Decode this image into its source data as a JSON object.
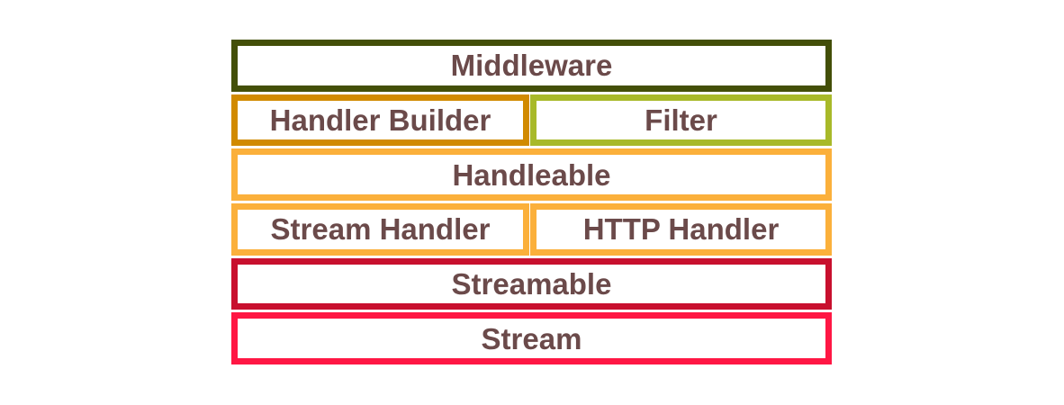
{
  "palette": {
    "canvas_background": "#FFFFFF",
    "box_fill": "#FFFFFF",
    "label_text": "#6B4A4A"
  },
  "diagram": {
    "type": "layered-architecture-stack",
    "rows": [
      {
        "boxes": [
          {
            "label": "Middleware",
            "border": "#434F08"
          }
        ]
      },
      {
        "boxes": [
          {
            "label": "Handler Builder",
            "border": "#D18A00"
          },
          {
            "label": "Filter",
            "border": "#A8B929"
          }
        ]
      },
      {
        "boxes": [
          {
            "label": "Handleable",
            "border": "#FBB03B"
          }
        ]
      },
      {
        "boxes": [
          {
            "label": "Stream Handler",
            "border": "#FBB03B"
          },
          {
            "label": "HTTP Handler",
            "border": "#FBB03B"
          }
        ]
      },
      {
        "boxes": [
          {
            "label": "Streamable",
            "border": "#C8102E"
          }
        ]
      },
      {
        "boxes": [
          {
            "label": "Stream",
            "border": "#FF1744"
          }
        ]
      }
    ]
  }
}
